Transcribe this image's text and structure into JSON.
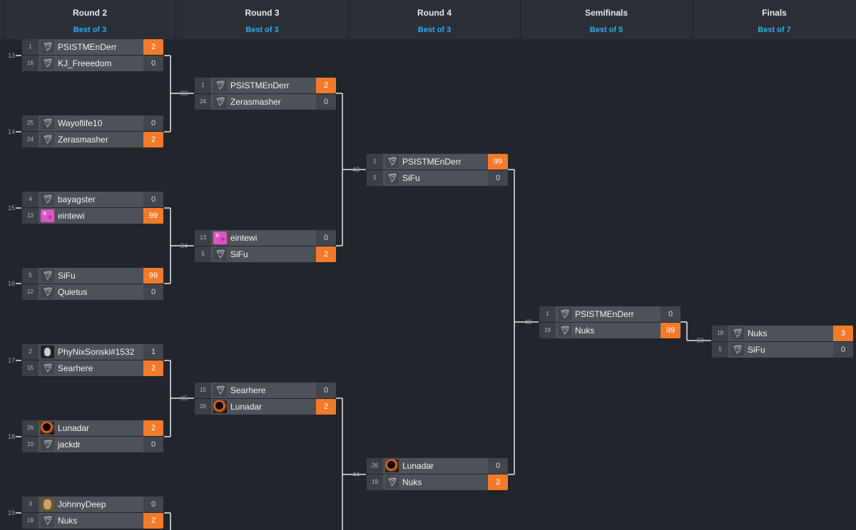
{
  "rounds": [
    {
      "title": "Round 2",
      "best_of": "Best of 3"
    },
    {
      "title": "Round 3",
      "best_of": "Best of 3"
    },
    {
      "title": "Round 4",
      "best_of": "Best of 3"
    },
    {
      "title": "Semifinals",
      "best_of": "Best of 5"
    },
    {
      "title": "Finals",
      "best_of": "Best of 7"
    }
  ],
  "incoming_match_numbers": [
    "13",
    "14",
    "15",
    "16",
    "17",
    "18",
    "19"
  ],
  "matches": [
    {
      "number": "",
      "players": [
        {
          "seed": "1",
          "name": "PSISTMEnDerr",
          "score": "2",
          "winner": true,
          "avatar": "default-icon"
        },
        {
          "seed": "16",
          "name": "KJ_Freeedom",
          "score": "0",
          "winner": false,
          "avatar": "default-icon"
        }
      ]
    },
    {
      "number": "",
      "players": [
        {
          "seed": "25",
          "name": "Wayoflife10",
          "score": "0",
          "winner": false,
          "avatar": "default-icon"
        },
        {
          "seed": "24",
          "name": "Zerasmasher",
          "score": "2",
          "winner": true,
          "avatar": "default-icon"
        }
      ]
    },
    {
      "number": "",
      "players": [
        {
          "seed": "4",
          "name": "bayagster",
          "score": "0",
          "winner": false,
          "avatar": "default-icon"
        },
        {
          "seed": "13",
          "name": "eintewi",
          "score": "99",
          "winner": true,
          "avatar": "pixel-avatar"
        }
      ]
    },
    {
      "number": "",
      "players": [
        {
          "seed": "5",
          "name": "SiFu",
          "score": "99",
          "winner": true,
          "avatar": "default-icon"
        },
        {
          "seed": "12",
          "name": "Quietus",
          "score": "0",
          "winner": false,
          "avatar": "default-icon"
        }
      ]
    },
    {
      "number": "",
      "players": [
        {
          "seed": "2",
          "name": "PhyNixSonski#1532",
          "score": "1",
          "winner": false,
          "avatar": "mask-avatar"
        },
        {
          "seed": "15",
          "name": "Searhere",
          "score": "2",
          "winner": true,
          "avatar": "default-icon"
        }
      ]
    },
    {
      "number": "",
      "players": [
        {
          "seed": "26",
          "name": "Lunadar",
          "score": "2",
          "winner": true,
          "avatar": "eclipse-avatar"
        },
        {
          "seed": "10",
          "name": "jackdr",
          "score": "0",
          "winner": false,
          "avatar": "default-icon"
        }
      ]
    },
    {
      "number": "",
      "players": [
        {
          "seed": "3",
          "name": "JohnnyDeep",
          "score": "0",
          "winner": false,
          "avatar": "goat-avatar"
        },
        {
          "seed": "19",
          "name": "Nuks",
          "score": "2",
          "winner": true,
          "avatar": "default-icon"
        }
      ]
    },
    {
      "number": "33",
      "players": [
        {
          "seed": "1",
          "name": "PSISTMEnDerr",
          "score": "2",
          "winner": true,
          "avatar": "default-icon"
        },
        {
          "seed": "24",
          "name": "Zerasmasher",
          "score": "0",
          "winner": false,
          "avatar": "default-icon"
        }
      ]
    },
    {
      "number": "34",
      "players": [
        {
          "seed": "13",
          "name": "eintewi",
          "score": "0",
          "winner": false,
          "avatar": "pixel-avatar"
        },
        {
          "seed": "5",
          "name": "SiFu",
          "score": "2",
          "winner": true,
          "avatar": "default-icon"
        }
      ]
    },
    {
      "number": "35",
      "players": [
        {
          "seed": "15",
          "name": "Searhere",
          "score": "0",
          "winner": false,
          "avatar": "default-icon"
        },
        {
          "seed": "26",
          "name": "Lunadar",
          "score": "2",
          "winner": true,
          "avatar": "eclipse-avatar"
        }
      ]
    },
    {
      "number": "43",
      "players": [
        {
          "seed": "1",
          "name": "PSISTMEnDerr",
          "score": "99",
          "winner": true,
          "avatar": "default-icon"
        },
        {
          "seed": "5",
          "name": "SiFu",
          "score": "0",
          "winner": false,
          "avatar": "default-icon"
        }
      ]
    },
    {
      "number": "44",
      "players": [
        {
          "seed": "26",
          "name": "Lunadar",
          "score": "0",
          "winner": false,
          "avatar": "eclipse-avatar"
        },
        {
          "seed": "19",
          "name": "Nuks",
          "score": "2",
          "winner": true,
          "avatar": "default-icon"
        }
      ]
    },
    {
      "number": "48",
      "players": [
        {
          "seed": "1",
          "name": "PSISTMEnDerr",
          "score": "0",
          "winner": false,
          "avatar": "default-icon"
        },
        {
          "seed": "19",
          "name": "Nuks",
          "score": "99",
          "winner": true,
          "avatar": "default-icon"
        }
      ]
    },
    {
      "number": "50",
      "players": [
        {
          "seed": "19",
          "name": "Nuks",
          "score": "3",
          "winner": true,
          "avatar": "default-icon"
        },
        {
          "seed": "5",
          "name": "SiFu",
          "score": "0",
          "winner": false,
          "avatar": "default-icon"
        }
      ]
    }
  ],
  "colors": {
    "win": "#f27a2b",
    "accent": "#35a8ea",
    "background": "#22252c"
  }
}
